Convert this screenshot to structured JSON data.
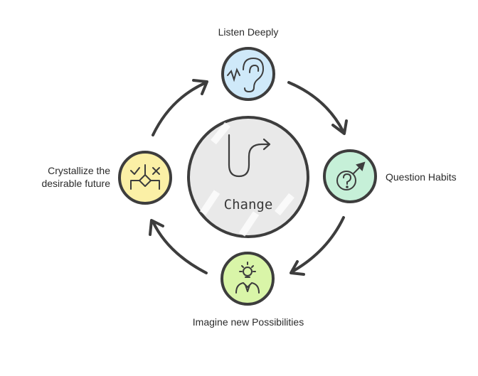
{
  "center": {
    "label": "Change"
  },
  "steps": [
    {
      "label": "Listen Deeply",
      "icon": "ear-icon",
      "color": "#cfe9f9"
    },
    {
      "label": "Question Habits",
      "icon": "question-gender-icon",
      "color": "#c6f0d8"
    },
    {
      "label": "Imagine new Possibilities",
      "icon": "lightbulb-person-icon",
      "color": "#d9f5a8"
    },
    {
      "label": "Crystallize the desirable future",
      "icon": "decision-check-cross-icon",
      "color": "#fbf0a6"
    }
  ],
  "colors": {
    "stroke": "#3d3d3d",
    "center_fill": "#e9e9e9"
  }
}
